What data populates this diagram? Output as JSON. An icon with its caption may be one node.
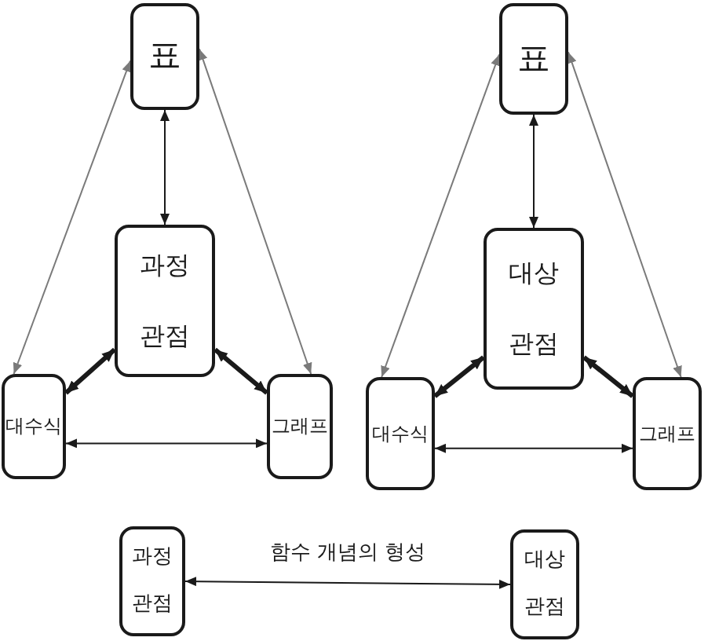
{
  "diagram": {
    "nodes": [
      {
        "text": [
          "표"
        ]
      },
      {
        "text": [
          "과정 관점"
        ]
      },
      {
        "text": [
          "대수식"
        ]
      },
      {
        "text": [
          "그래프"
        ]
      },
      {
        "text": [
          "표"
        ]
      },
      {
        "text": [
          "대상 관점"
        ]
      },
      {
        "text": [
          "대수식"
        ]
      },
      {
        "text": [
          "그래프"
        ]
      },
      {
        "text": [
          "과정 관점"
        ]
      },
      {
        "text": [
          "대상 관점"
        ]
      }
    ],
    "edges": [
      {
        "from": 0,
        "to": 1,
        "arrow": "both"
      },
      {
        "from": 1,
        "to": 2,
        "arrow": "both",
        "style": "thick"
      },
      {
        "from": 1,
        "to": 3,
        "arrow": "both",
        "style": "thick"
      },
      {
        "from": 0,
        "to": 2,
        "arrow": "both",
        "color": "#7a7a7a"
      },
      {
        "from": 0,
        "to": 3,
        "arrow": "both",
        "color": "#7a7a7a"
      },
      {
        "from": 2,
        "to": 3,
        "arrow": "both"
      },
      {
        "from": 4,
        "to": 5,
        "arrow": "both"
      },
      {
        "from": 5,
        "to": 6,
        "arrow": "both",
        "style": "thick"
      },
      {
        "from": 5,
        "to": 7,
        "arrow": "both",
        "style": "thick"
      },
      {
        "from": 4,
        "to": 6,
        "arrow": "both",
        "color": "#7a7a7a"
      },
      {
        "from": 4,
        "to": 7,
        "arrow": "both",
        "color": "#7a7a7a"
      },
      {
        "from": 6,
        "to": 7,
        "arrow": "both"
      },
      {
        "from": 8,
        "to": 9,
        "arrow": "both",
        "label": "함수 개념의 형성"
      }
    ]
  }
}
